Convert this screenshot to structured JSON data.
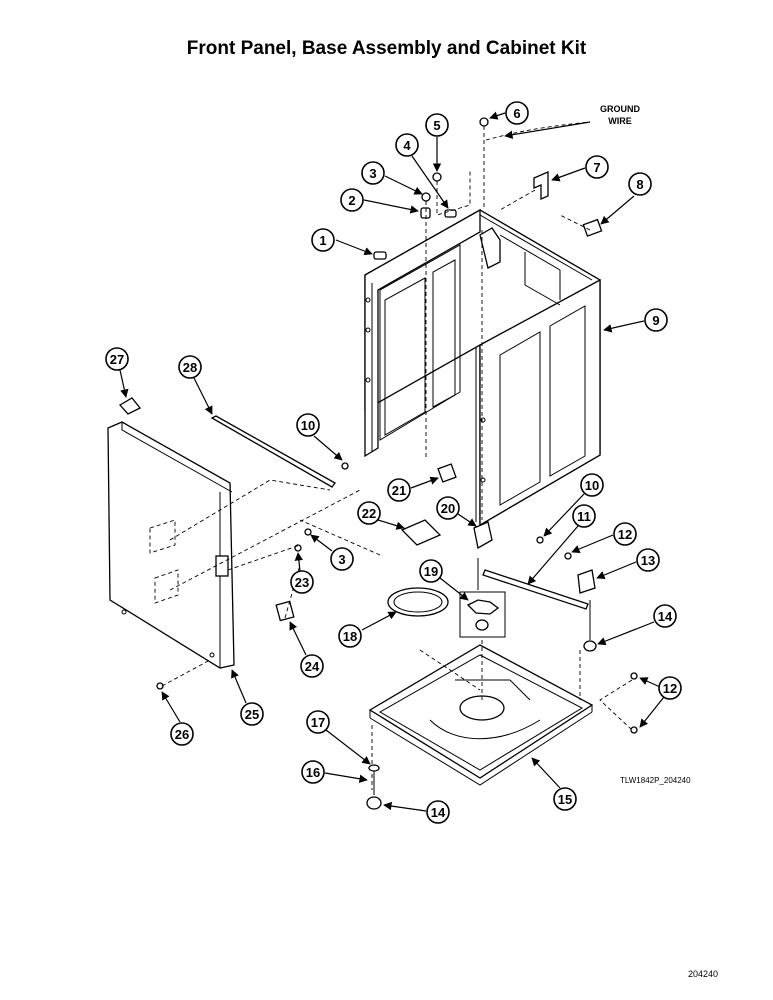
{
  "title": "Front Panel, Base Assembly and Cabinet Kit",
  "ground_wire_label_line1": "GROUND",
  "ground_wire_label_line2": "WIRE",
  "drawing_code": "TLW1842P_204240",
  "page_number": "204240",
  "callouts": [
    "1",
    "2",
    "3",
    "4",
    "5",
    "6",
    "7",
    "8",
    "9",
    "10",
    "27",
    "28",
    "21",
    "22",
    "20",
    "10",
    "11",
    "12",
    "13",
    "3",
    "23",
    "19",
    "18",
    "14",
    "24",
    "12",
    "25",
    "26",
    "17",
    "16",
    "15",
    "14"
  ],
  "colors": {
    "line": "#000000",
    "background": "#ffffff"
  }
}
